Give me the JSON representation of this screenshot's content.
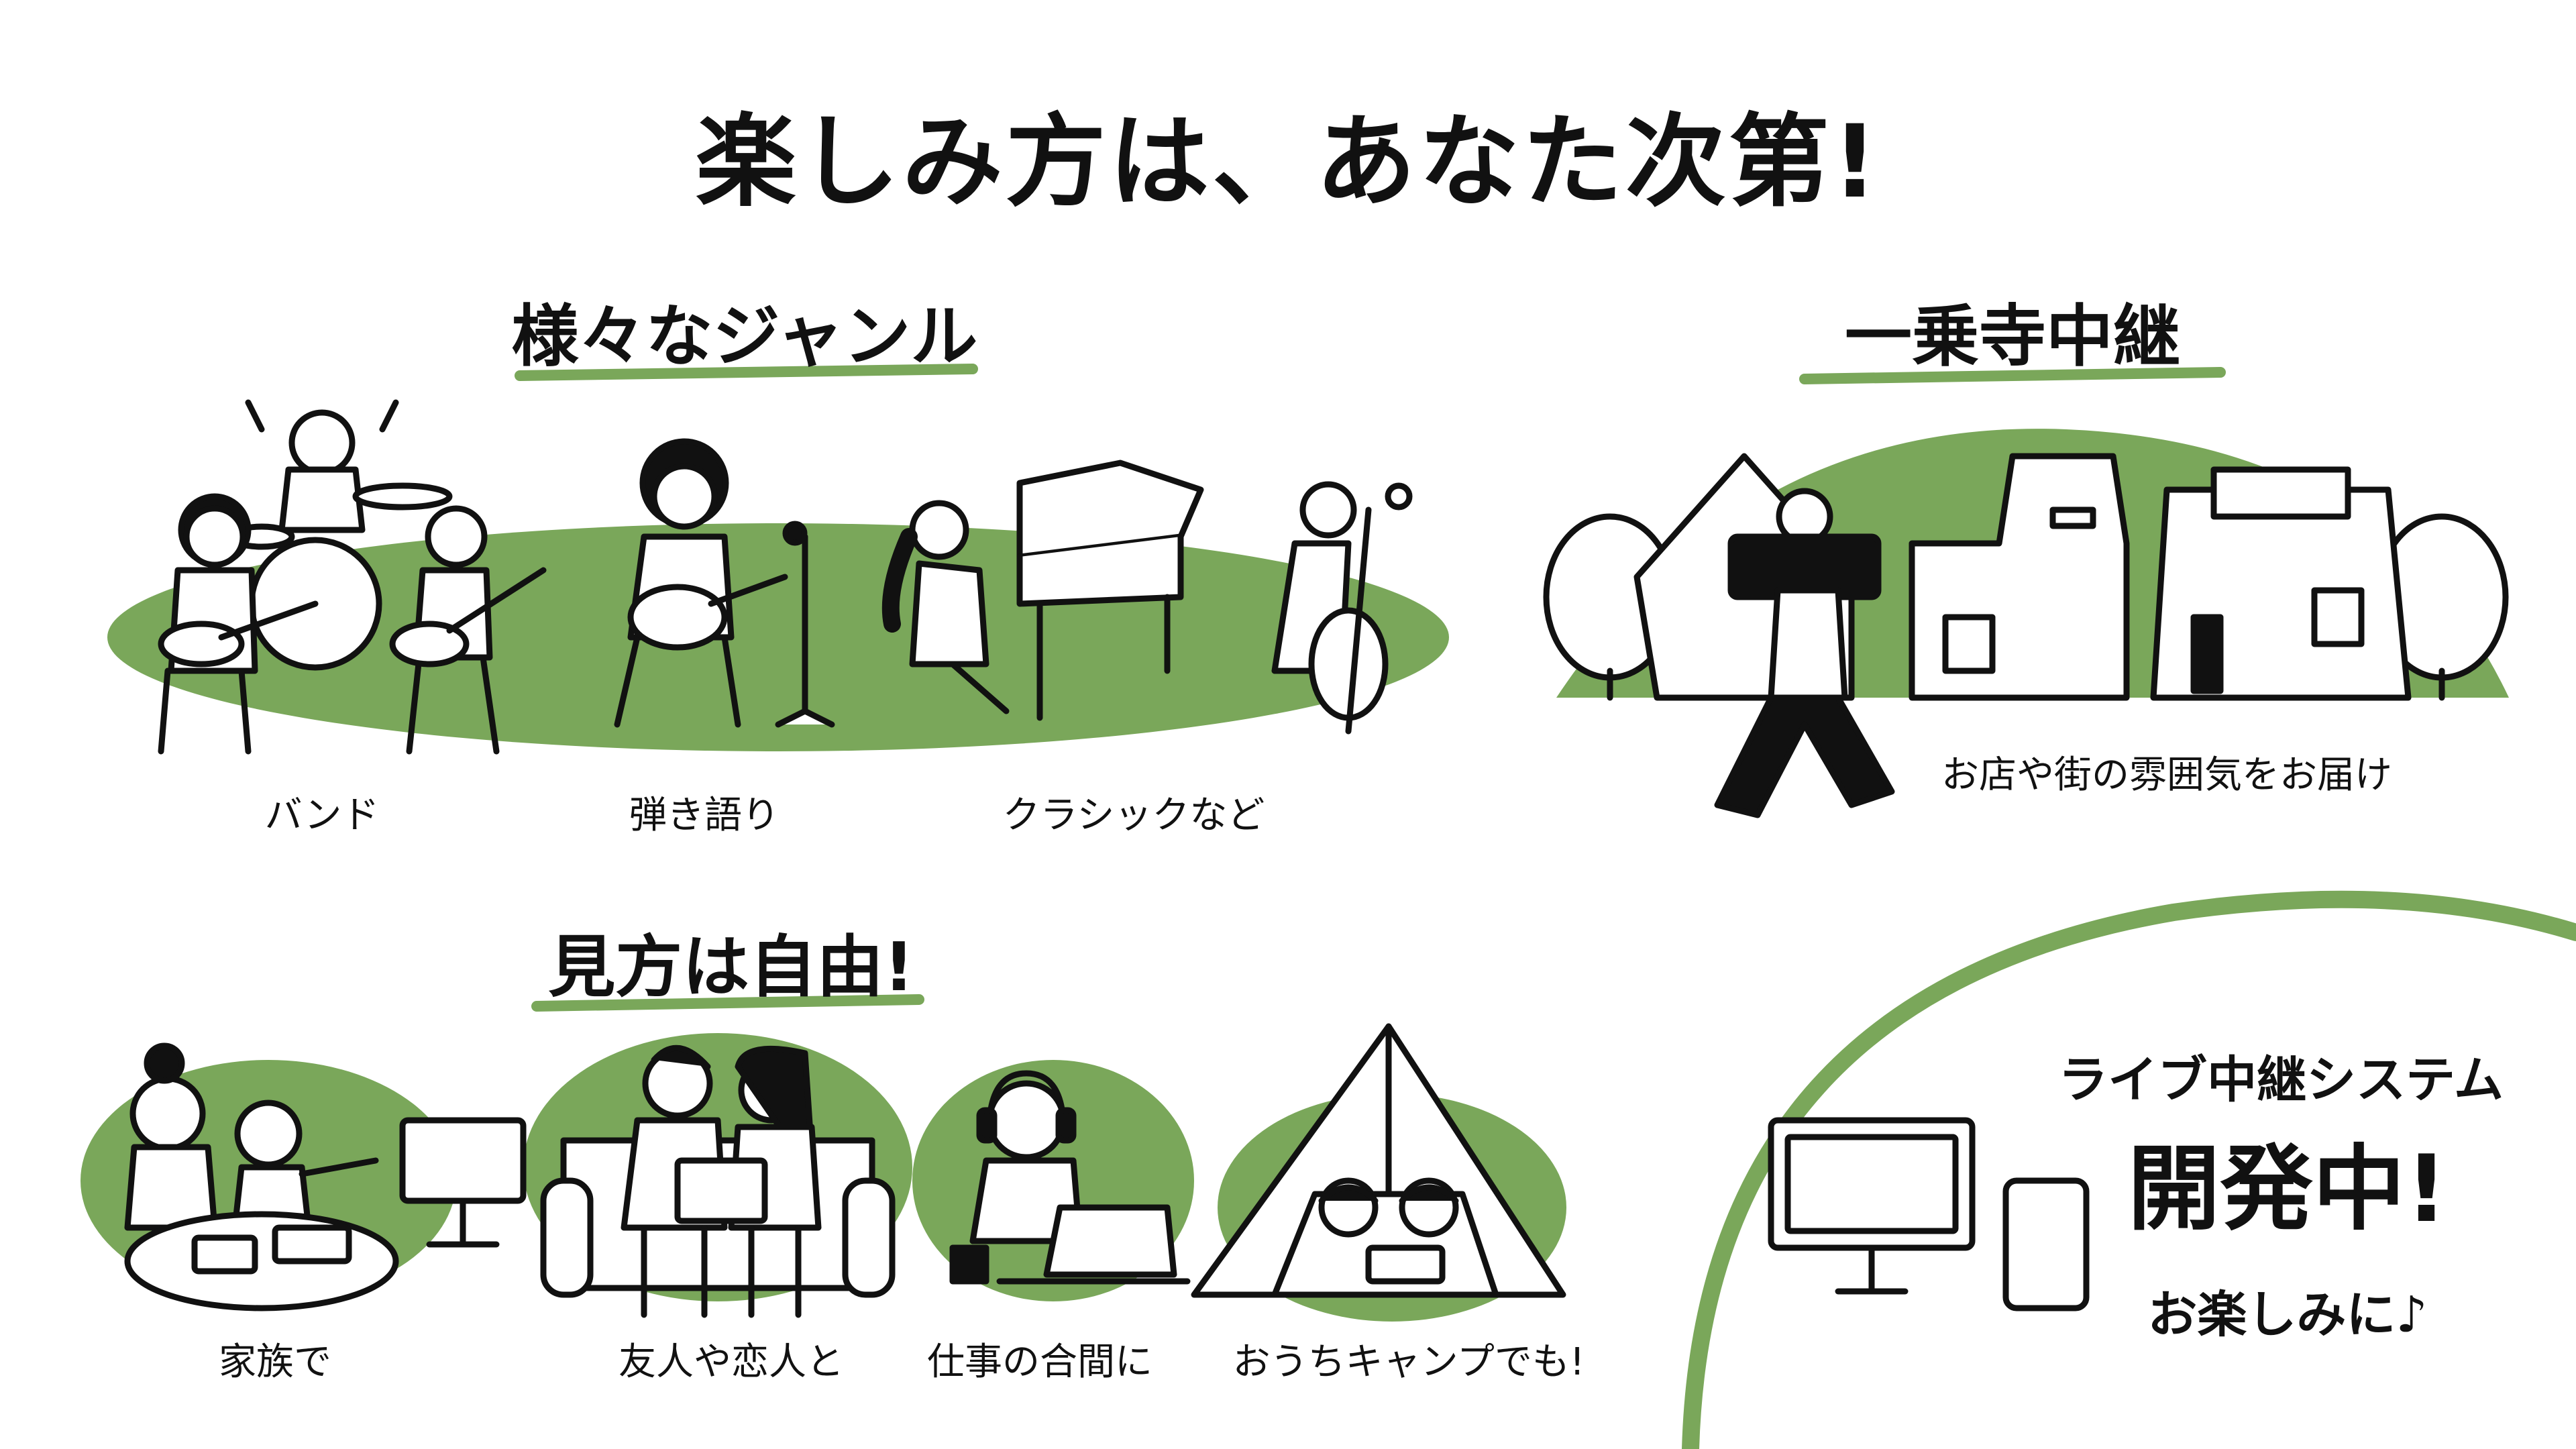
{
  "title": "楽しみ方は、あなた次第!",
  "colors": {
    "accent": "#7aa75a",
    "ink": "#111111",
    "paper": "#ffffff"
  },
  "genres": {
    "heading": "様々なジャンル",
    "items": [
      {
        "label": "バンド",
        "icon": "band-illustration"
      },
      {
        "label": "弾き語り",
        "icon": "singer-guitar-illustration"
      },
      {
        "label": "クラシックなど",
        "icon": "classical-illustration"
      }
    ]
  },
  "relay": {
    "heading": "一乗寺中継",
    "caption": "お店や街の雰囲気をお届け",
    "icon": "cameraman-street-illustration"
  },
  "viewing": {
    "heading": "見方は自由!",
    "items": [
      {
        "label": "家族で",
        "icon": "family-illustration"
      },
      {
        "label": "友人や恋人と",
        "icon": "couple-sofa-illustration"
      },
      {
        "label": "仕事の合間に",
        "icon": "worker-laptop-illustration"
      },
      {
        "label": "おうちキャンプでも!",
        "icon": "tent-camp-illustration"
      }
    ]
  },
  "system": {
    "line1": "ライブ中継システム",
    "line2": "開発中!",
    "line3": "お楽しみに♪",
    "icon": "devices-illustration"
  }
}
